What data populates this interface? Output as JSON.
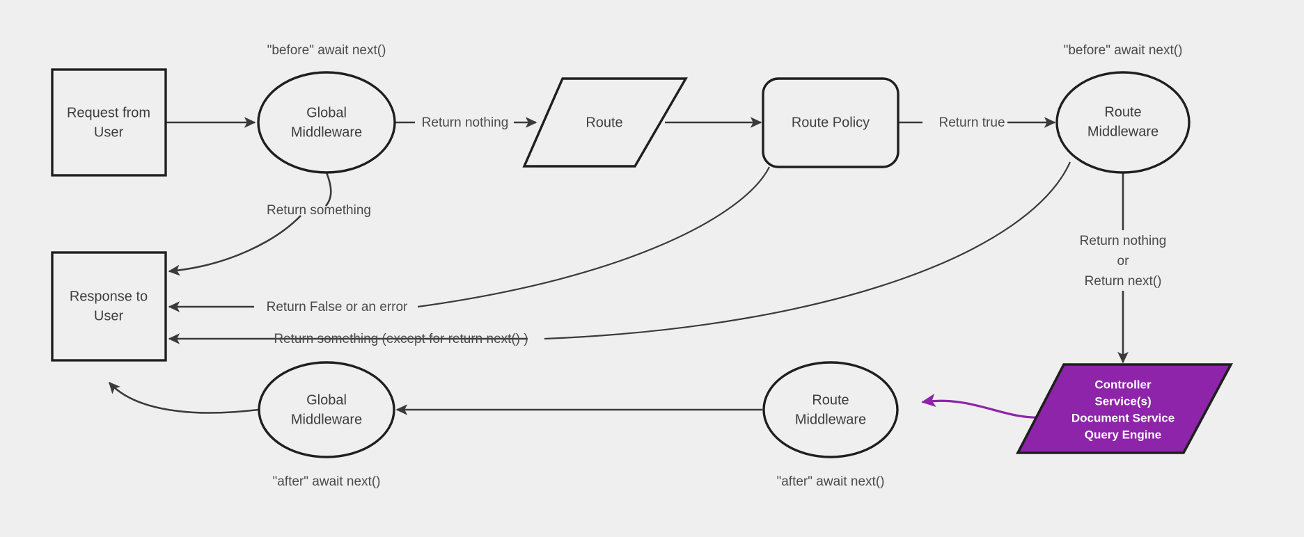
{
  "diagram": {
    "title": "Middleware request lifecycle flow",
    "background_color": "#efefef",
    "stroke_color": "#1f1f1f",
    "text_color": "#3d3d3d",
    "accent_color": "#8e24aa",
    "accent_text_color": "#ffffff"
  },
  "nodes": {
    "request_from_user": {
      "line1": "Request from",
      "line2": "User",
      "shape": "rectangle"
    },
    "global_middleware_before": {
      "line1": "Global",
      "line2": "Middleware",
      "shape": "ellipse"
    },
    "route": {
      "line1": "Route",
      "shape": "parallelogram"
    },
    "route_policy": {
      "line1": "Route Policy",
      "shape": "rounded-rectangle"
    },
    "route_middleware_before": {
      "line1": "Route",
      "line2": "Middleware",
      "shape": "ellipse"
    },
    "response_to_user": {
      "line1": "Response to",
      "line2": "User",
      "shape": "rectangle"
    },
    "global_middleware_after": {
      "line1": "Global",
      "line2": "Middleware",
      "shape": "ellipse"
    },
    "route_middleware_after": {
      "line1": "Route",
      "line2": "Middleware",
      "shape": "ellipse"
    },
    "controller": {
      "line1": "Controller",
      "line2": "Service(s)",
      "line3": "Document Service",
      "line4": "Query Engine",
      "shape": "parallelogram",
      "fill": "#8e24aa"
    }
  },
  "annotations": {
    "before_await_next_global": "\"before\" await next()",
    "before_await_next_route": "\"before\" await next()",
    "after_await_next_global": "\"after\" await next()",
    "after_await_next_route": "\"after\" await next()"
  },
  "edge_labels": {
    "return_nothing": "Return nothing",
    "return_true": "Return true",
    "return_something": "Return something",
    "return_false_or_error": "Return False or an error",
    "return_something_except": "Return something (except for return next() )",
    "return_nothing_or_next_l1": "Return nothing",
    "return_nothing_or_next_l2": "or",
    "return_nothing_or_next_l3": "Return next()"
  }
}
